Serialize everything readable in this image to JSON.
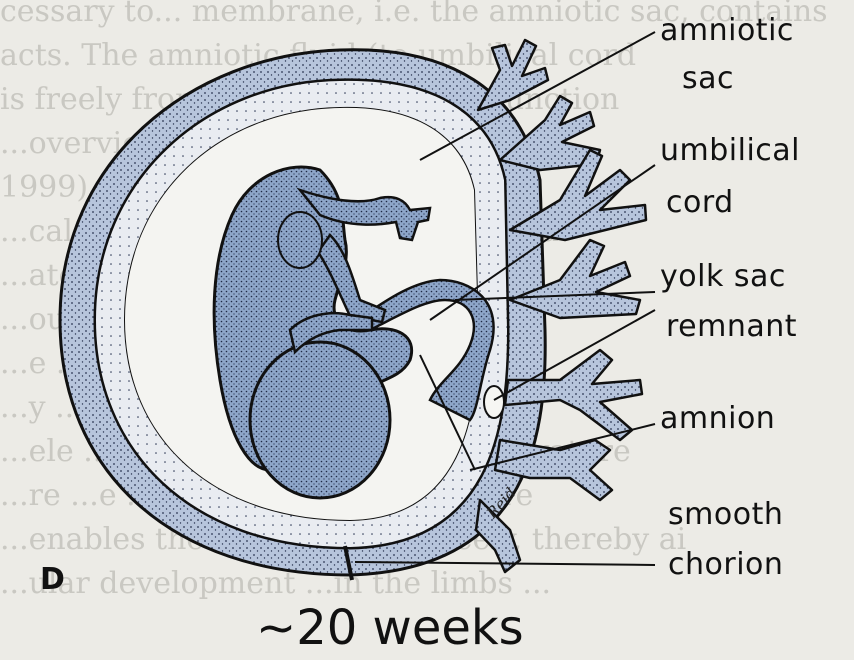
{
  "background_text": [
    "cessary to...  membrane, i.e. the amniotic sac, contains",
    "acts. The amniotic fluid (to umbilical cord",
    "is freely from the fetus, cushion function",
    "...overview of the fetus (Callen",
    "1999) ...amniotic sac ...permits a",
    "...cal external ...able ...embryo (head",
    "...ate ...tion ...shape ...mal ...d all",
    "...ouplete ...d ...of the ...",
    "...e ...mbry ...rticul ...ch ...gest ...i",
    "...y ...stributing ...the ...ssure ...r",
    "...ele ...tro ...ly ...etus's body temperature",
    "...re ...e ...stant ...ps ...temperature",
    "...enables the fetus to move freely, thereby ai",
    "...ular development ...in the limbs ..."
  ],
  "labels": {
    "amniotic_sac_1": "amniotic",
    "amniotic_sac_2": "sac",
    "umbilical_cord_1": "umbilical",
    "umbilical_cord_2": "cord",
    "yolk_sac_1": "yolk sac",
    "yolk_sac_2": "remnant",
    "amnion": "amnion",
    "smooth_chorion_1": "smooth",
    "smooth_chorion_2": "chorion"
  },
  "panel_letter": "D",
  "caption": "~20 weeks",
  "signature": "Reid",
  "colors": {
    "tissue_fill": "#b7c5dc",
    "fetus_fill": "#8ea6c9",
    "outline": "#111111",
    "background": "#ecebe6"
  }
}
